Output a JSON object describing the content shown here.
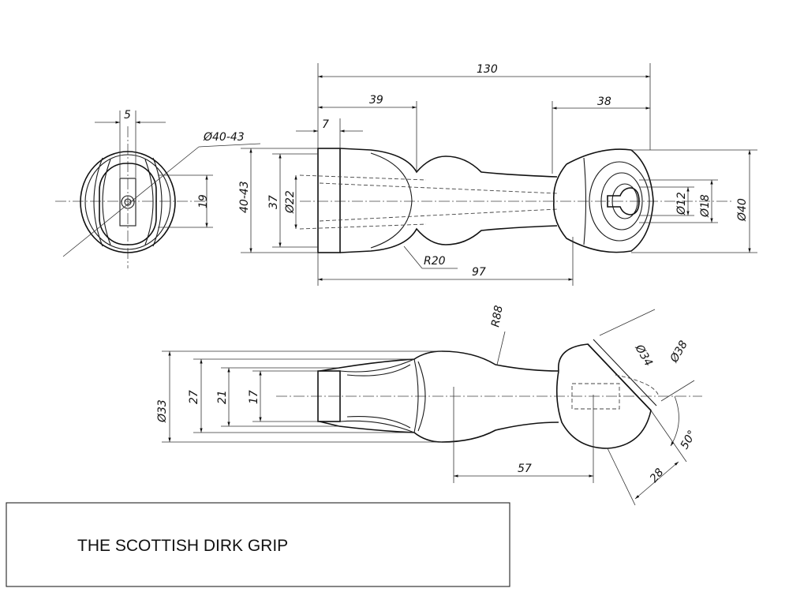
{
  "title": "THE   SCOTTISH DIRK GRIP",
  "dimensions": {
    "d130": "130",
    "d39": "39",
    "d38": "38",
    "d7": "7",
    "d5": "5",
    "dia40_43": "Ø40-43",
    "d19": "19",
    "d40_43": "40-43",
    "d37": "37",
    "dia22": "Ø22",
    "r20": "R20",
    "d97": "97",
    "dia12": "Ø12",
    "dia18": "Ø18",
    "dia40": "Ø40",
    "r88": "R88",
    "dia38": "Ø38",
    "dia34": "Ø34",
    "dia33": "Ø33",
    "d27": "27",
    "d21": "21",
    "d17": "17",
    "d57": "57",
    "d28": "28",
    "ang50": "50°"
  }
}
